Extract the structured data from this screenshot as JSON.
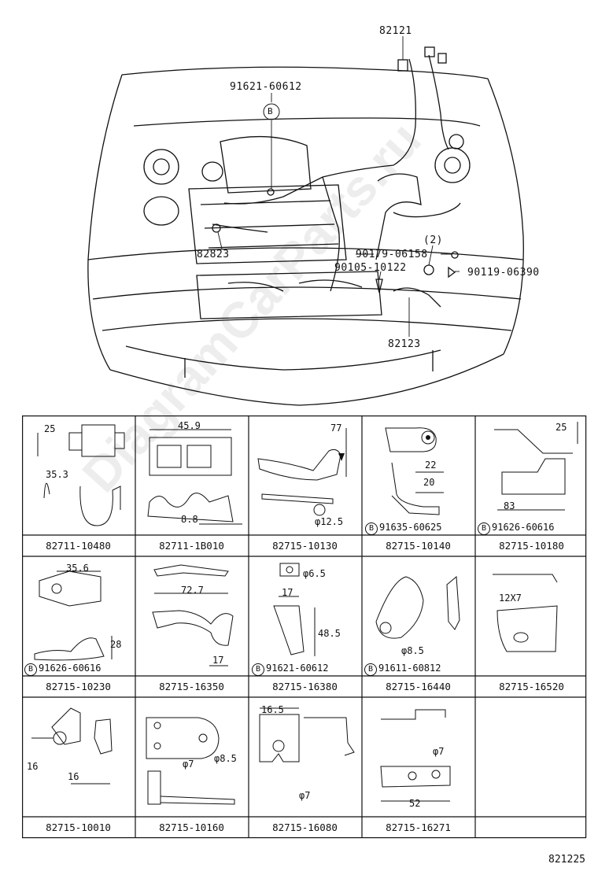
{
  "diagram": {
    "callouts": {
      "top": "82121",
      "bolt_b": "91621-60612",
      "b_marker": "B",
      "c82823": "82823",
      "c90179": "90179-06158",
      "c2": "(2)",
      "c90119": "90119-06390",
      "c90105": "90105-10122",
      "c82123": "82123"
    },
    "footer": "821225",
    "watermark": "DiagramCarParts.ru"
  },
  "parts": [
    {
      "no": "82711-10480",
      "dims": [
        "25",
        "35.3"
      ],
      "ref": ""
    },
    {
      "no": "82711-1B010",
      "dims": [
        "45.9",
        "8.8"
      ],
      "ref": ""
    },
    {
      "no": "82715-10130",
      "dims": [
        "77",
        "φ12.5"
      ],
      "ref": ""
    },
    {
      "no": "82715-10140",
      "dims": [
        "22",
        "20"
      ],
      "ref": "91635-60625"
    },
    {
      "no": "82715-10180",
      "dims": [
        "25",
        "83"
      ],
      "ref": "91626-60616"
    },
    {
      "no": "82715-10230",
      "dims": [
        "35.6",
        "28"
      ],
      "ref": "91626-60616"
    },
    {
      "no": "82715-16350",
      "dims": [
        "72.7",
        "17"
      ],
      "ref": ""
    },
    {
      "no": "82715-16380",
      "dims": [
        "φ6.5",
        "17",
        "48.5"
      ],
      "ref": "91621-60612"
    },
    {
      "no": "82715-16440",
      "dims": [
        "φ8.5"
      ],
      "ref": "91611-60812"
    },
    {
      "no": "82715-16520",
      "dims": [
        "12X7"
      ],
      "ref": ""
    },
    {
      "no": "82715-10010",
      "dims": [
        "16",
        "16"
      ],
      "ref": ""
    },
    {
      "no": "82715-10160",
      "dims": [
        "φ7",
        "φ8.5"
      ],
      "ref": ""
    },
    {
      "no": "82715-16080",
      "dims": [
        "16.5",
        "φ7"
      ],
      "ref": ""
    },
    {
      "no": "82715-16271",
      "dims": [
        "φ7",
        "52"
      ],
      "ref": ""
    },
    {
      "no": "",
      "dims": [],
      "ref": ""
    }
  ]
}
